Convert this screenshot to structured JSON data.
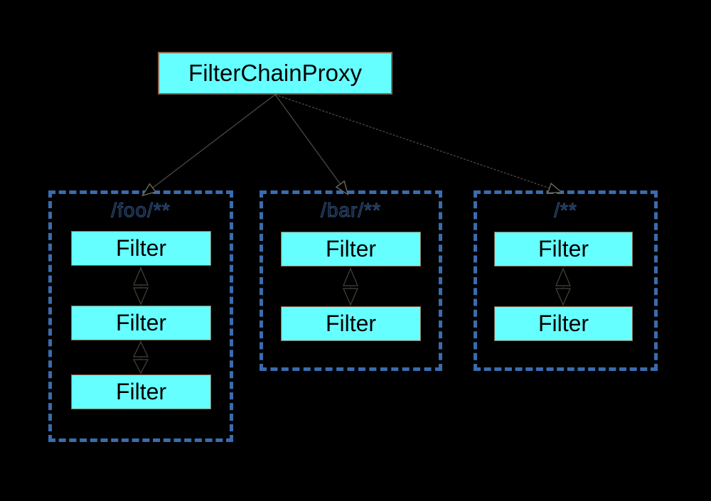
{
  "diagram": {
    "root": {
      "label": "FilterChainProxy"
    },
    "groups": [
      {
        "pattern": "/foo/**",
        "filters": [
          "Filter",
          "Filter",
          "Filter"
        ]
      },
      {
        "pattern": "/bar/**",
        "filters": [
          "Filter",
          "Filter"
        ]
      },
      {
        "pattern": "/**",
        "filters": [
          "Filter",
          "Filter"
        ]
      }
    ],
    "colors": {
      "background": "#000000",
      "box_fill": "#66FFFF",
      "box_border": "#8A6A50",
      "group_border": "#3A6CAE",
      "connector": "#4A4A40",
      "pattern_label_outline": "#2E4F7D",
      "text": "#000000"
    }
  }
}
